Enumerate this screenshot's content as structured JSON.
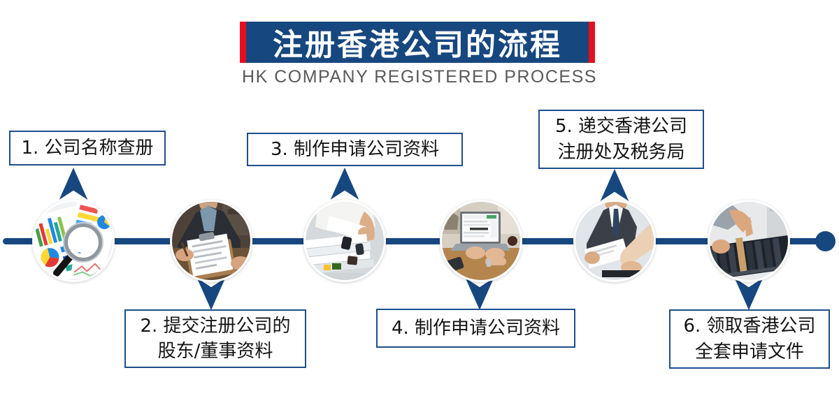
{
  "banner": {
    "title": "注册香港公司的流程",
    "subtitle": "HK COMPANY REGISTERED PROCESS"
  },
  "colors": {
    "navy": "#17477F",
    "accent_red": "#E60F1E",
    "box_border": "#1F4E8C",
    "subtitle_gray": "#595959",
    "label_text": "#141414",
    "background": "#FFFFFF"
  },
  "timeline": {
    "direction": "left-to-right",
    "end_marker": "filled-dot"
  },
  "steps": [
    {
      "num": "1",
      "label": "1. 公司名称查册",
      "side": "top",
      "photo": "charts-and-magnifier"
    },
    {
      "num": "2",
      "label": "2. 提交注册公司的\n股东/董事资料",
      "side": "bottom",
      "photo": "businessman-with-document"
    },
    {
      "num": "3",
      "label": "3. 制作申请公司资料",
      "side": "top",
      "photo": "stack-of-documents"
    },
    {
      "num": "4",
      "label": "4. 制作申请公司资料",
      "side": "bottom",
      "photo": "typing-on-laptop"
    },
    {
      "num": "5",
      "label": "5. 递交香港公司\n注册处及税务局",
      "side": "top",
      "photo": "handing-over-document"
    },
    {
      "num": "6",
      "label": "6. 领取香港公司\n全套申请文件",
      "side": "bottom",
      "photo": "filing-cabinet-files"
    }
  ]
}
